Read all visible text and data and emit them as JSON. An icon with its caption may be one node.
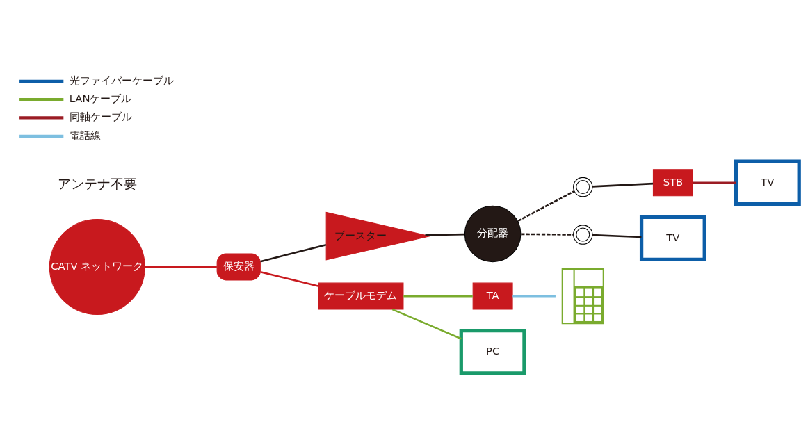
{
  "diagram": {
    "nodes": [
      {
        "text": [
          "CATV ネットワーク"
        ]
      },
      {
        "text": [
          "保安器"
        ]
      },
      {
        "text": [
          "ブースター"
        ]
      },
      {
        "text": [
          "分配器"
        ]
      },
      {
        "text": [],
        "shape": "circle"
      },
      {
        "text": [
          "STB"
        ]
      },
      {
        "text": [
          "TV"
        ]
      },
      {
        "text": [],
        "shape": "circle"
      },
      {
        "text": [
          "TV"
        ]
      },
      {
        "text": [
          "ケーブルモデム"
        ]
      },
      {
        "text": [
          "TA"
        ]
      },
      {
        "text": [],
        "shape": "picture"
      },
      {
        "text": [
          "PC"
        ]
      }
    ],
    "edges": [
      {
        "from": 0,
        "to": 1,
        "arrow": "none",
        "color": "#c8191e"
      },
      {
        "from": 1,
        "to": 2,
        "arrow": "none"
      },
      {
        "from": 2,
        "to": 3,
        "arrow": "none"
      },
      {
        "from": 3,
        "to": 4,
        "arrow": "none",
        "style": "dashed"
      },
      {
        "from": 3,
        "to": 7,
        "arrow": "none",
        "style": "dashed"
      },
      {
        "from": 4,
        "to": 5,
        "arrow": "none"
      },
      {
        "from": 7,
        "to": 8,
        "arrow": "none"
      },
      {
        "from": 5,
        "to": 6,
        "arrow": "none",
        "color": "#9b1c24"
      },
      {
        "from": 1,
        "to": 9,
        "arrow": "none",
        "color": "#c8191e"
      },
      {
        "from": 9,
        "to": 10,
        "arrow": "none",
        "color": "#7aab2e"
      },
      {
        "from": 10,
        "to": 11,
        "arrow": "none",
        "color": "#7dbfe0"
      },
      {
        "from": 9,
        "to": 12,
        "arrow": "none",
        "color": "#7aab2e"
      }
    ],
    "labels": [
      "アンテナ不要"
    ],
    "legend": [
      {
        "text": "光ファイバーケーブル"
      },
      {
        "text": "LANケーブル"
      },
      {
        "text": "同軸ケーブル"
      },
      {
        "text": "電話線"
      }
    ]
  }
}
